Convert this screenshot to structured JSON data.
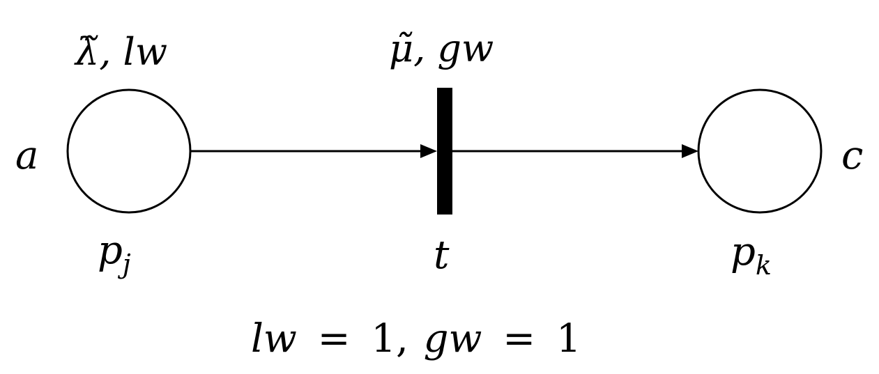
{
  "place_input": {
    "label": "p",
    "subscript": "j",
    "marking": "a",
    "arc_annotation": "λ̃, lw"
  },
  "transition": {
    "label": "t",
    "annotation": "μ̃, gw"
  },
  "place_output": {
    "label": "p",
    "subscript": "k",
    "marking": "c"
  },
  "caption": {
    "lw_name": "lw",
    "gw_name": "gw",
    "equals": "=",
    "lw_value": "1",
    "separator": ",",
    "gw_value": "1"
  },
  "colors": {
    "stroke": "#000000",
    "background": "#ffffff"
  }
}
